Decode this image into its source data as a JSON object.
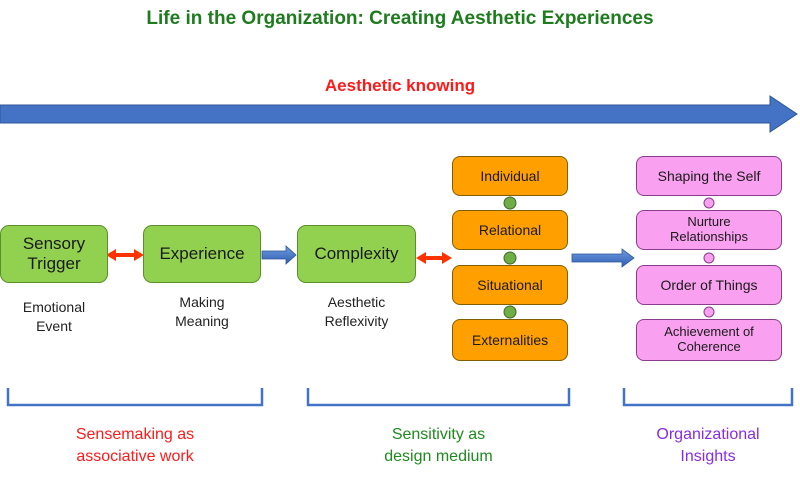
{
  "title": "Life in the Organization: Creating Aesthetic Experiences",
  "banner": {
    "label": "Aesthetic knowing"
  },
  "stages": [
    {
      "label": "Sensory\nTrigger",
      "caption": "Emotional\nEvent"
    },
    {
      "label": "Experience",
      "caption": "Making\nMeaning"
    },
    {
      "label": "Complexity",
      "caption": "Aesthetic\nReflexivity"
    }
  ],
  "dimensions": [
    "Individual",
    "Relational",
    "Situational",
    "Externalities"
  ],
  "insights": [
    "Shaping the Self",
    "Nurture\nRelationships",
    "Order of Things",
    "Achievement of\nCoherence"
  ],
  "groups": [
    {
      "label": "Sensemaking as\nassociative work",
      "color": "#ff1a1a"
    },
    {
      "label": "Sensitivity as\ndesign medium",
      "color": "#1e8a1e"
    },
    {
      "label": "Organizational\nInsights",
      "color": "#8a2be2"
    }
  ],
  "colors": {
    "banner_arrow": "#4472c4",
    "stage_fill": "#92d050",
    "dimension_fill": "#ffa000",
    "insight_fill": "#f9a0f0",
    "double_arrow": "#ff3300",
    "bracket": "#4472c4"
  }
}
